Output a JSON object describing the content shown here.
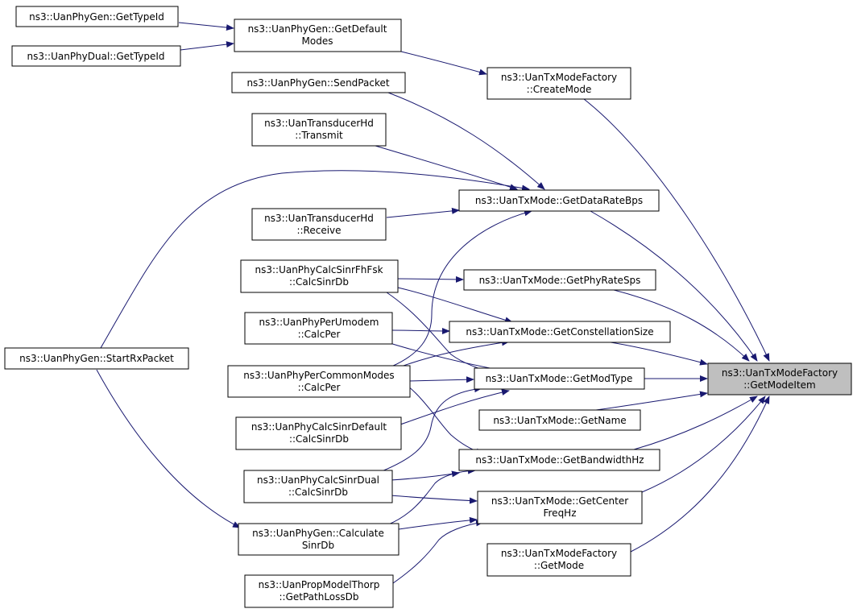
{
  "nodes": {
    "target": [
      "ns3::UanTxModeFactory",
      "::GetModeItem"
    ],
    "gtid1": [
      "ns3::UanPhyGen::GetTypeId"
    ],
    "gtid2": [
      "ns3::UanPhyDual::GetTypeId"
    ],
    "defmodes": [
      "ns3::UanPhyGen::GetDefault",
      "Modes"
    ],
    "create": [
      "ns3::UanTxModeFactory",
      "::CreateMode"
    ],
    "sendpkt": [
      "ns3::UanPhyGen::SendPacket"
    ],
    "transmit": [
      "ns3::UanTransducerHd",
      "::Transmit"
    ],
    "datarate": [
      "ns3::UanTxMode::GetDataRateBps"
    ],
    "receive": [
      "ns3::UanTransducerHd",
      "::Receive"
    ],
    "fhfsk": [
      "ns3::UanPhyCalcSinrFhFsk",
      "::CalcSinrDb"
    ],
    "physps": [
      "ns3::UanTxMode::GetPhyRateSps"
    ],
    "umodem": [
      "ns3::UanPhyPerUmodem",
      "::CalcPer"
    ],
    "constsize": [
      "ns3::UanTxMode::GetConstellationSize"
    ],
    "startrx": [
      "ns3::UanPhyGen::StartRxPacket"
    ],
    "common": [
      "ns3::UanPhyPerCommonModes",
      "::CalcPer"
    ],
    "modtype": [
      "ns3::UanTxMode::GetModType"
    ],
    "sinrdef": [
      "ns3::UanPhyCalcSinrDefault",
      "::CalcSinrDb"
    ],
    "name": [
      "ns3::UanTxMode::GetName"
    ],
    "bandwidth": [
      "ns3::UanTxMode::GetBandwidthHz"
    ],
    "sinrdual": [
      "ns3::UanPhyCalcSinrDual",
      "::CalcSinrDb"
    ],
    "center": [
      "ns3::UanTxMode::GetCenter",
      "FreqHz"
    ],
    "calcsinr": [
      "ns3::UanPhyGen::Calculate",
      "SinrDb"
    ],
    "getmode": [
      "ns3::UanTxModeFactory",
      "::GetMode"
    ],
    "thorp": [
      "ns3::UanPropModelThorp",
      "::GetPathLossDb"
    ]
  },
  "edges": [
    [
      "gtid1",
      "defmodes"
    ],
    [
      "gtid2",
      "defmodes"
    ],
    [
      "defmodes",
      "create"
    ],
    [
      "create",
      "target"
    ],
    [
      "sendpkt",
      "datarate"
    ],
    [
      "transmit",
      "datarate"
    ],
    [
      "startrx",
      "datarate"
    ],
    [
      "receive",
      "datarate"
    ],
    [
      "common",
      "datarate"
    ],
    [
      "datarate",
      "target"
    ],
    [
      "fhfsk",
      "physps"
    ],
    [
      "physps",
      "target"
    ],
    [
      "fhfsk",
      "constsize"
    ],
    [
      "umodem",
      "constsize"
    ],
    [
      "common",
      "constsize"
    ],
    [
      "constsize",
      "target"
    ],
    [
      "fhfsk",
      "modtype"
    ],
    [
      "umodem",
      "modtype"
    ],
    [
      "common",
      "modtype"
    ],
    [
      "sinrdef",
      "modtype"
    ],
    [
      "sinrdual",
      "modtype"
    ],
    [
      "modtype",
      "target"
    ],
    [
      "name",
      "target"
    ],
    [
      "common",
      "bandwidth"
    ],
    [
      "sinrdual",
      "bandwidth"
    ],
    [
      "calcsinr",
      "bandwidth"
    ],
    [
      "bandwidth",
      "target"
    ],
    [
      "sinrdual",
      "center"
    ],
    [
      "calcsinr",
      "center"
    ],
    [
      "thorp",
      "center"
    ],
    [
      "center",
      "target"
    ],
    [
      "startrx",
      "calcsinr"
    ],
    [
      "getmode",
      "target"
    ]
  ]
}
